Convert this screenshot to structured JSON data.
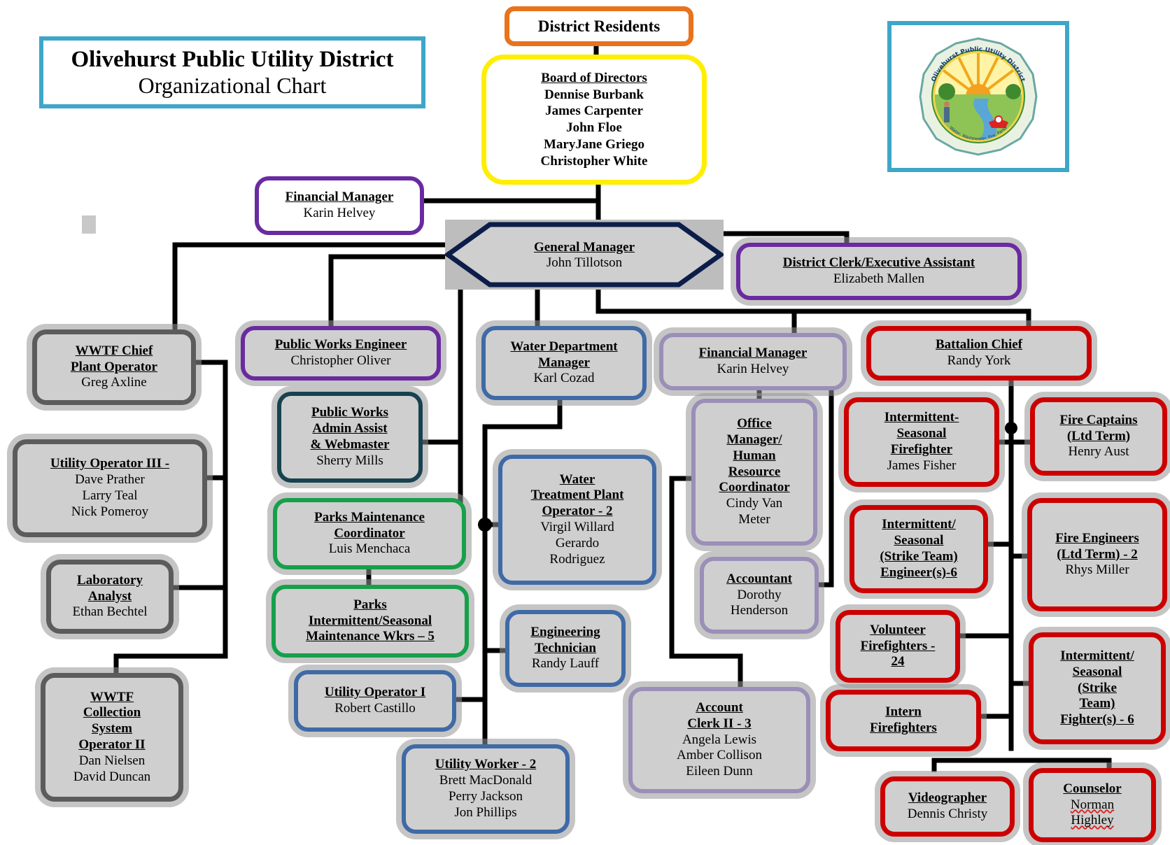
{
  "title": {
    "line1": "Olivehurst Public Utility District",
    "line2": "Organizational Chart"
  },
  "logo": {
    "ring_text": "Olivehurst Public Utility District",
    "bottom_text": "Water, Wastewater, Fire, Parks"
  },
  "residents": "District Residents",
  "board": {
    "title": "Board of Directors",
    "members": [
      "Dennise Burbank",
      "James Carpenter",
      "John Floe",
      "MaryJane Griego",
      "Christopher White"
    ]
  },
  "fin_mgr_top": {
    "title": "Financial Manager",
    "names": "Karin Helvey"
  },
  "gm": {
    "title": "General Manager",
    "names": "John Tillotson"
  },
  "clerk": {
    "title": "District Clerk/Executive Assistant",
    "names": "Elizabeth Mallen"
  },
  "wwtf_chief": {
    "title": "WWTF Chief\nPlant Operator",
    "names": "Greg Axline"
  },
  "util_op3": {
    "title": "Utility Operator III -",
    "names": "Dave Prather\nLarry Teal\nNick Pomeroy"
  },
  "lab": {
    "title": "Laboratory\nAnalyst",
    "names": "Ethan Bechtel"
  },
  "wwtf_coll": {
    "title": "WWTF\nCollection\nSystem\nOperator II",
    "names": "Dan Nielsen\nDavid Duncan"
  },
  "pw_eng": {
    "title": "Public Works Engineer",
    "names": "Christopher Oliver"
  },
  "pw_admin": {
    "title": "Public Works\nAdmin Assist\n& Webmaster",
    "names": "Sherry Mills"
  },
  "parks_coord": {
    "title": "Parks Maintenance\nCoordinator",
    "names": "Luis Menchaca"
  },
  "parks_wkrs": {
    "title": "Parks\nIntermittent/Seasonal\nMaintenance Wkrs – 5",
    "names": ""
  },
  "util_op1": {
    "title": "Utility Operator I",
    "names": "Robert Castillo"
  },
  "water_mgr": {
    "title": "Water Department\nManager",
    "names": "Karl Cozad"
  },
  "water_treat": {
    "title": "Water\nTreatment Plant\nOperator - 2",
    "names": "Virgil Willard\nGerardo\nRodriguez"
  },
  "eng_tech": {
    "title": "Engineering\nTechnician",
    "names": "Randy Lauff"
  },
  "util_worker": {
    "title": "Utility Worker - 2",
    "names": "Brett MacDonald\nPerry Jackson\nJon Phillips"
  },
  "fin_mgr": {
    "title": "Financial Manager",
    "names": "Karin Helvey"
  },
  "office_mgr": {
    "title": "Office\nManager/\nHuman\nResource\nCoordinator",
    "names": "Cindy Van\nMeter"
  },
  "accountant": {
    "title": "Accountant",
    "names": "Dorothy\nHenderson"
  },
  "acct_clerk": {
    "title": "Account\nClerk II - 3",
    "names": "Angela Lewis\nAmber Collison\nEileen Dunn"
  },
  "batt_chief": {
    "title": "Battalion Chief",
    "names": "Randy York"
  },
  "int_ff": {
    "title": "Intermittent-\nSeasonal\nFirefighter",
    "names": "James Fisher"
  },
  "fire_capt": {
    "title": "Fire Captains\n(Ltd Term)",
    "names": "Henry Aust"
  },
  "int_eng": {
    "title": "Intermittent/\nSeasonal\n(Strike Team)\nEngineer(s)-6",
    "names": ""
  },
  "fire_eng": {
    "title": "Fire Engineers\n(Ltd Term) - 2",
    "names": "Rhys Miller"
  },
  "vol_ff": {
    "title": "Volunteer\nFirefighters -\n24",
    "names": ""
  },
  "int_strike": {
    "title": "Intermittent/\nSeasonal\n(Strike\nTeam)\nFighter(s) - 6",
    "names": ""
  },
  "intern_ff": {
    "title": "Intern\nFirefighters",
    "names": ""
  },
  "video": {
    "title": "Videographer",
    "names": "Dennis Christy"
  },
  "counselor": {
    "title": "Counselor",
    "names": "Norman\nHighley"
  }
}
